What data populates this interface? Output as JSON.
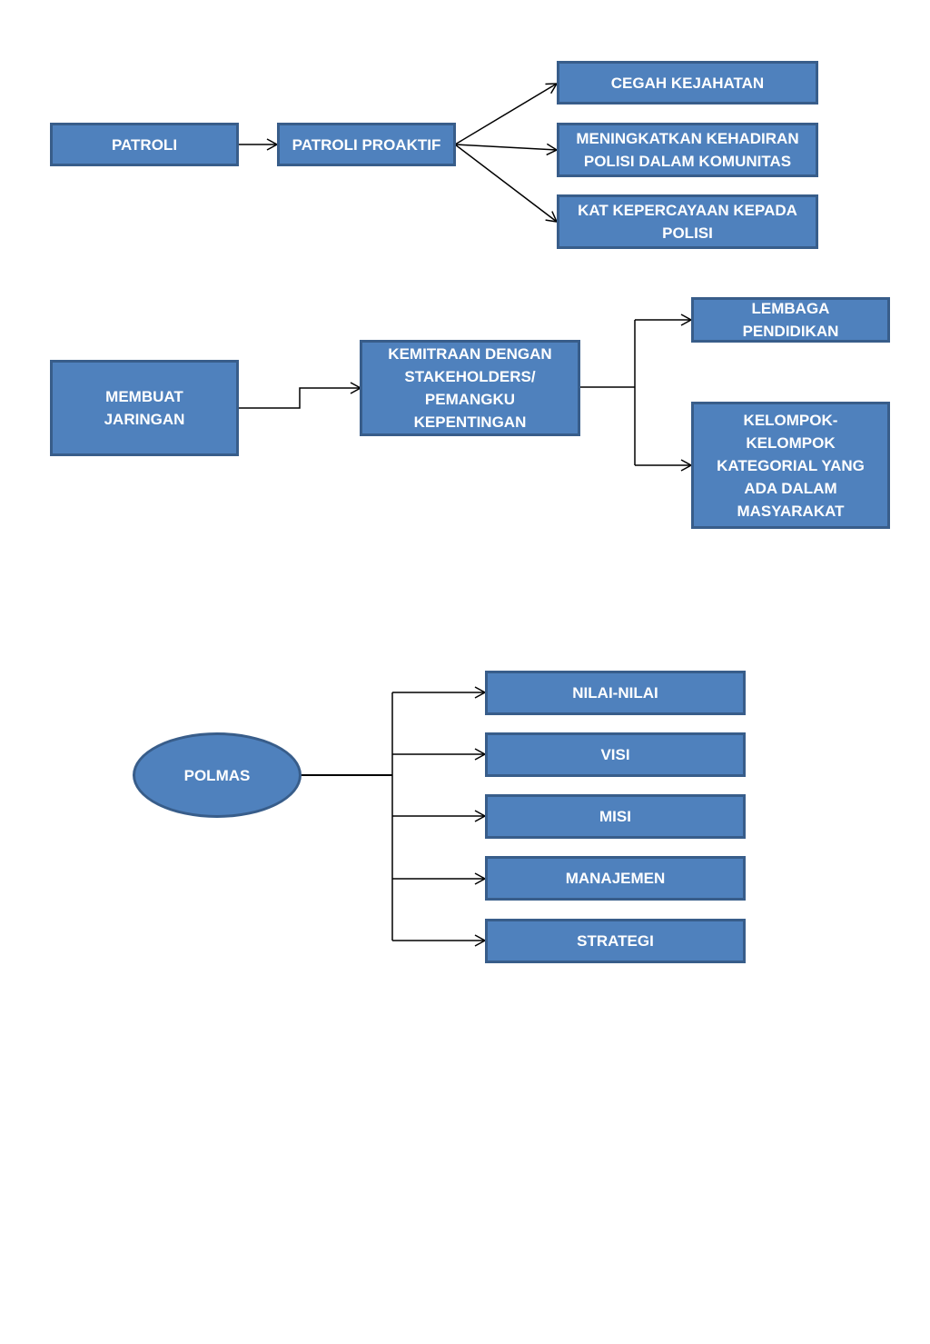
{
  "diagram_1": {
    "patroli": "PATROLI",
    "patroli_proaktif": "PATROLI PROAKTIF",
    "cegah_kejahatan": "CEGAH KEJAHATAN",
    "meningkatkan_kehadiran": "MENINGKATKAN KEHADIRAN\nPOLISI DALAM KOMUNITAS",
    "kepercayaan": "KAT KEPERCAYAAN KEPADA\nPOLISI"
  },
  "diagram_2": {
    "membuat_jaringan": "MEMBUAT\nJARINGAN",
    "kemitraan": "KEMITRAAN DENGAN\nSTAKEHOLDERS/\nPEMANGKU\nKEPENTINGAN",
    "lembaga_pendidikan": "LEMBAGA\nPENDIDIKAN",
    "kelompok_kategorial": "KELOMPOK-\nKELOMPOK\nKATEGORIAL YANG\nADA DALAM\nMASYARAKAT"
  },
  "diagram_3": {
    "polmas": "POLMAS",
    "items": [
      "NILAI-NILAI",
      "VISI",
      "MISI",
      "MANAJEMEN",
      "STRATEGI"
    ]
  },
  "colors": {
    "box_fill": "#4f81bd",
    "box_border": "#385d8a",
    "connector": "#000000"
  }
}
